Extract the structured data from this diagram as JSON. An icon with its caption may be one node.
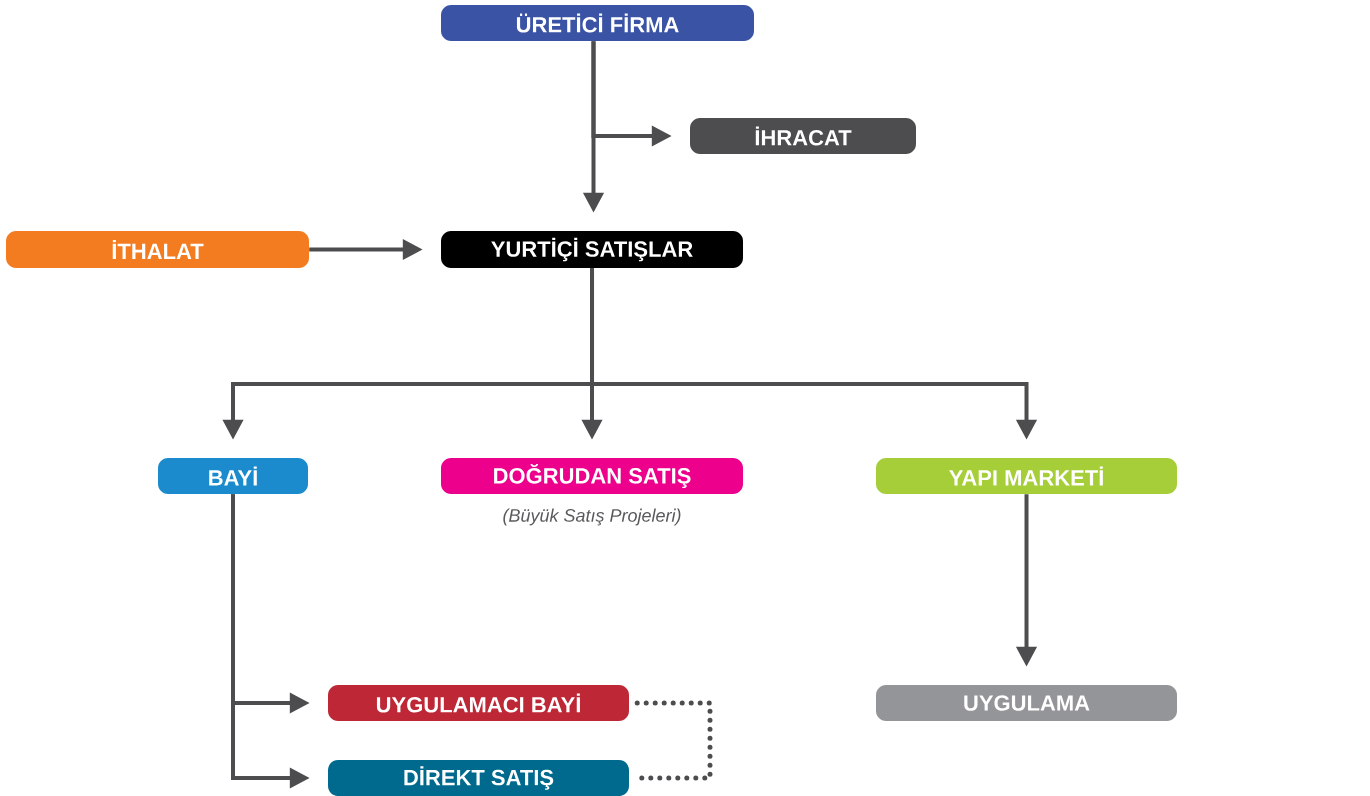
{
  "diagram": {
    "nodes": [
      {
        "text": [
          "ÜRETİCİ FİRMA"
        ]
      },
      {
        "text": [
          "İHRACAT"
        ]
      },
      {
        "text": [
          "İTHALAT"
        ]
      },
      {
        "text": [
          "YURTİÇİ SATIŞLAR"
        ]
      },
      {
        "text": [
          "BAYİ"
        ]
      },
      {
        "text": [
          "DOĞRUDAN SATIŞ"
        ],
        "beside": [
          "(Büyük Satış Projeleri)"
        ]
      },
      {
        "text": [
          "YAPI MARKETİ"
        ]
      },
      {
        "text": [
          "UYGULAMACI BAYİ"
        ]
      },
      {
        "text": [
          "DİREKT SATIŞ"
        ]
      },
      {
        "text": [
          "UYGULAMA"
        ]
      }
    ],
    "edges": [
      {
        "from": 0,
        "to": 1,
        "arrow": "to"
      },
      {
        "from": 0,
        "to": 3,
        "arrow": "to"
      },
      {
        "from": 2,
        "to": 3,
        "arrow": "to"
      },
      {
        "from": 3,
        "to": 4,
        "arrow": "to"
      },
      {
        "from": 3,
        "to": 5,
        "arrow": "to"
      },
      {
        "from": 3,
        "to": 6,
        "arrow": "to"
      },
      {
        "from": 4,
        "to": 7,
        "arrow": "to"
      },
      {
        "from": 4,
        "to": 8,
        "arrow": "to"
      },
      {
        "from": 6,
        "to": 9,
        "arrow": "to"
      },
      {
        "from": 7,
        "to": 8,
        "arrow": "none",
        "style": "dashed"
      }
    ]
  }
}
